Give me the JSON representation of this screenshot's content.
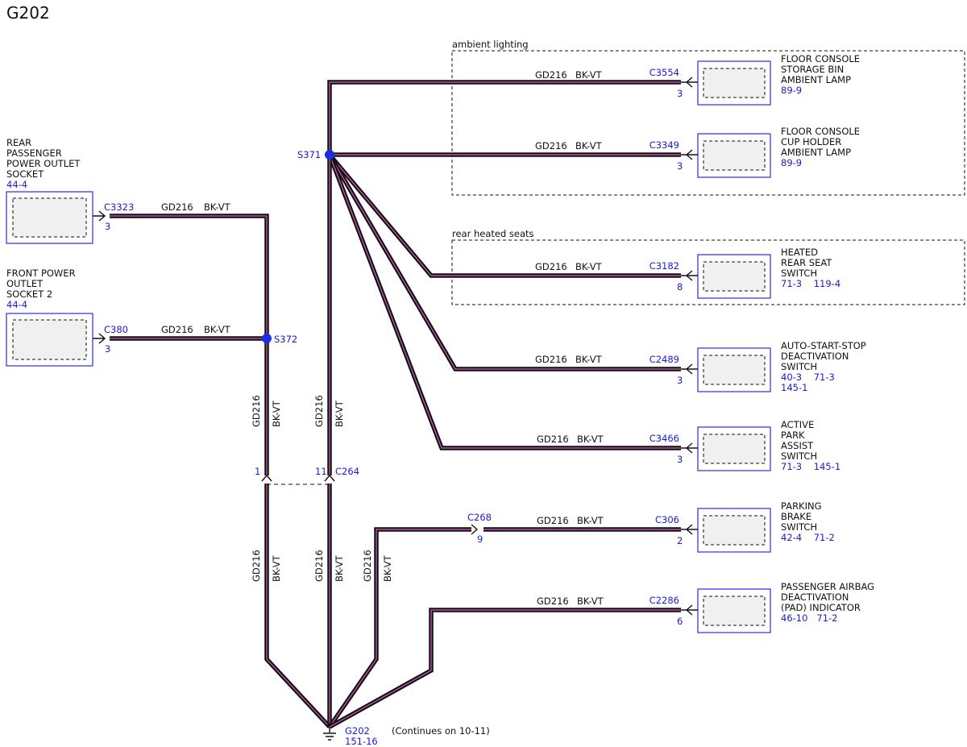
{
  "title": "G202",
  "wire": {
    "circuit": "GD216",
    "color": "BK-VT"
  },
  "groups": {
    "ambient": "ambient lighting",
    "heated": "rear heated seats"
  },
  "splices": {
    "s371": "S371",
    "s372": "S372"
  },
  "inline_connector": {
    "name": "C264",
    "pin_left": "1",
    "pin_right": "11"
  },
  "c268": {
    "name": "C268",
    "pin": "9"
  },
  "ground": {
    "name": "G202",
    "ref": "151-16",
    "note": "(Continues on 10-11)"
  },
  "left_components": [
    {
      "name": [
        "REAR",
        "PASSENGER",
        "POWER OUTLET",
        "SOCKET"
      ],
      "ref": "44-4",
      "connector": "C3323",
      "pin": "3"
    },
    {
      "name": [
        "FRONT POWER",
        "OUTLET",
        "SOCKET 2"
      ],
      "ref": "44-4",
      "connector": "C380",
      "pin": "3"
    }
  ],
  "right_components": [
    {
      "name": [
        "FLOOR CONSOLE",
        "STORAGE BIN",
        "AMBIENT LAMP"
      ],
      "refs": [
        "89-9"
      ],
      "connector": "C3554",
      "pin": "3"
    },
    {
      "name": [
        "FLOOR CONSOLE",
        "CUP HOLDER",
        "AMBIENT LAMP"
      ],
      "refs": [
        "89-9"
      ],
      "connector": "C3349",
      "pin": "3"
    },
    {
      "name": [
        "HEATED",
        "REAR SEAT",
        "SWITCH"
      ],
      "refs": [
        "71-3    119-4"
      ],
      "connector": "C3182",
      "pin": "8"
    },
    {
      "name": [
        "AUTO-START-STOP",
        "DEACTIVATION",
        "SWITCH"
      ],
      "refs": [
        "40-3    71-3",
        "145-1"
      ],
      "connector": "C2489",
      "pin": "3"
    },
    {
      "name": [
        "ACTIVE",
        "PARK",
        "ASSIST",
        "SWITCH"
      ],
      "refs": [
        "71-3    145-1"
      ],
      "connector": "C3466",
      "pin": "3"
    },
    {
      "name": [
        "PARKING",
        "BRAKE",
        "SWITCH"
      ],
      "refs": [
        "42-4    71-2"
      ],
      "connector": "C306",
      "pin": "2"
    },
    {
      "name": [
        "PASSENGER AIRBAG",
        "DEACTIVATION",
        "(PAD) INDICATOR"
      ],
      "refs": [
        "46-10   71-2"
      ],
      "connector": "C2286",
      "pin": "6"
    }
  ]
}
